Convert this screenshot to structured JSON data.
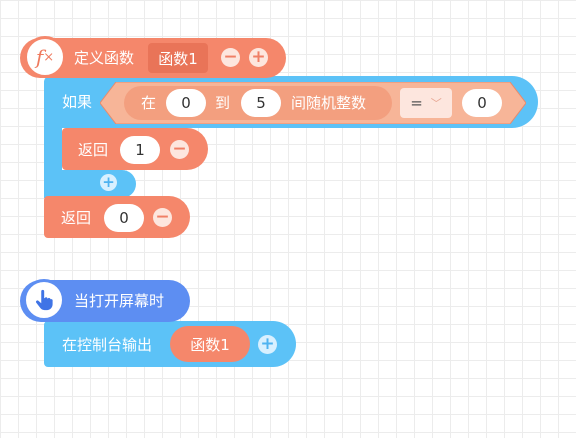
{
  "colors": {
    "function_orange": "#f5876b",
    "function_dark": "#ef7a5e",
    "control_blue": "#5cc2f7",
    "event_blue": "#5d8ef2",
    "math_peach": "#f6a583"
  },
  "define_function": {
    "icon": "fx-icon",
    "label": "定义函数",
    "name": "函数1"
  },
  "if_block": {
    "label": "如果",
    "random": {
      "prefix": "在",
      "from": "0",
      "middle": "到",
      "to": "5",
      "suffix": "间随机整数"
    },
    "operator": "=",
    "compare_value": "0",
    "return_label": "返回",
    "return_value": "1"
  },
  "final_return": {
    "label": "返回",
    "value": "0"
  },
  "event_block": {
    "icon": "pointer-hand-icon",
    "label": "当打开屏幕时"
  },
  "print_block": {
    "label": "在控制台输出",
    "call_name": "函数1"
  }
}
